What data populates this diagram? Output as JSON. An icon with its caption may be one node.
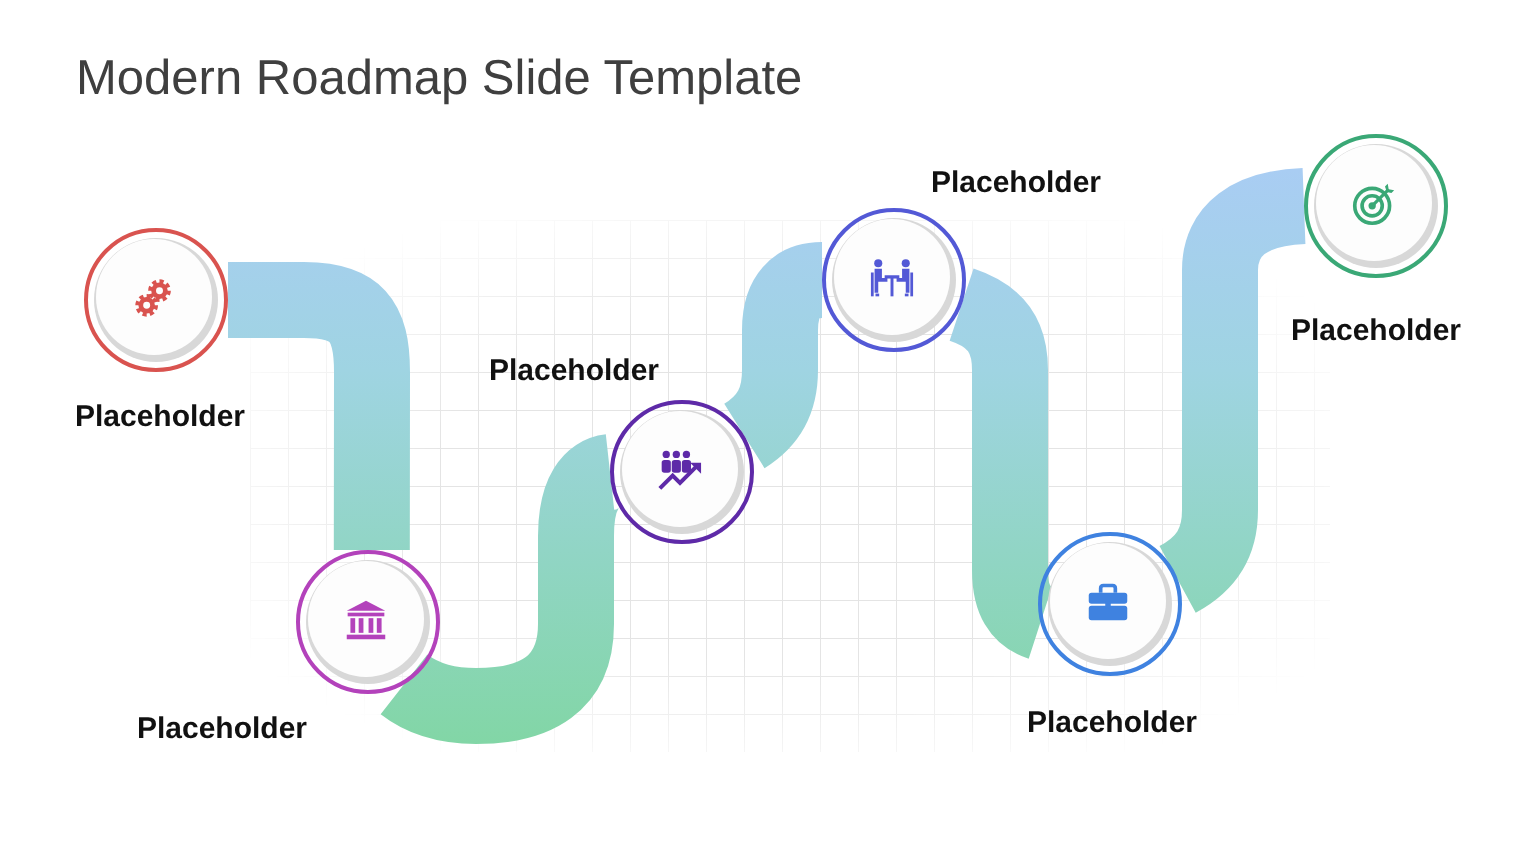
{
  "diagram": {
    "title": "Modern Roadmap Slide Template",
    "nodes": [
      {
        "text": [],
        "shape": "circle",
        "beside": [
          "Placeholder"
        ]
      },
      {
        "text": [],
        "shape": "circle",
        "beside": [
          "Placeholder"
        ]
      },
      {
        "text": [],
        "shape": "circle",
        "beside": [
          "Placeholder"
        ]
      },
      {
        "text": [],
        "shape": "circle",
        "beside": [
          "Placeholder"
        ]
      },
      {
        "text": [],
        "shape": "circle",
        "beside": [
          "Placeholder"
        ]
      },
      {
        "text": [],
        "shape": "circle",
        "beside": [
          "Placeholder"
        ]
      }
    ],
    "edges": [
      {
        "from": 0,
        "to": 1,
        "arrow": "none",
        "style": "thick"
      },
      {
        "from": 1,
        "to": 2,
        "arrow": "none",
        "style": "thick"
      },
      {
        "from": 2,
        "to": 3,
        "arrow": "none",
        "style": "thick"
      },
      {
        "from": 3,
        "to": 4,
        "arrow": "none",
        "style": "thick"
      },
      {
        "from": 4,
        "to": 5,
        "arrow": "none",
        "style": "thick"
      }
    ]
  }
}
